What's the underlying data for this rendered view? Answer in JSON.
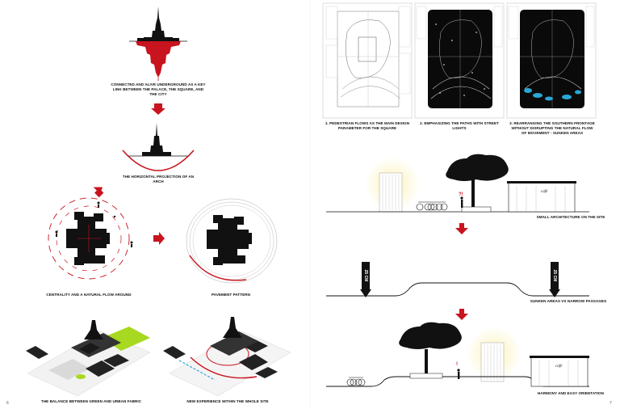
{
  "left_page": {
    "number": "6",
    "captions": {
      "underground_link": "CONNECTED AND ALIVE UNDERGROUND AS A KEY LINK BETWEEN THE PALACE, THE SQUARE, AND THE CITY",
      "horizontal_projection": "THE HORIZONTAL PROJECTION OF AN ARCH",
      "centrality": "CENTRALITY AND A NATURAL FLOW AROUND",
      "pavement": "PAVEMENT PATTERN",
      "balance": "THE BALANCE BETWEEN GREEN AND URBAN FABRIC",
      "new_experience": "NEW EXPERIENCE WITHIN THE WHOLE SITE"
    }
  },
  "right_page": {
    "number": "7",
    "plan_captions": [
      "1. PEDESTRIAN FLOWS AS THE MAIN DESIGN PARAMETER FOR THE SQUARE",
      "2. EMPHASIZING THE PATHS WITH STREET LIGHTS",
      "3. REARRANGING THE SOUTHERN FRONTAGE WITHOUT DISRUPTING THE NATURAL FLOW OF MOVEMENT - SUNKEN AREAS"
    ],
    "section_captions": {
      "small_architecture": "SMALL ARCHITECTURE ON THE SITE",
      "sunken_areas": "SUNKEN AREAS VS NARROW PASSAGES",
      "harmony": "HARMONY AND EASY ORIENTATION"
    },
    "depth_label": "25 CM",
    "cafe_label": "café",
    "question_mark": "?!",
    "exclamation": "!"
  },
  "colors": {
    "accent_red": "#c8141e",
    "black": "#111111",
    "green": "#a6d91f",
    "blue": "#2aa7d8",
    "glow": "#fbf4c8"
  }
}
